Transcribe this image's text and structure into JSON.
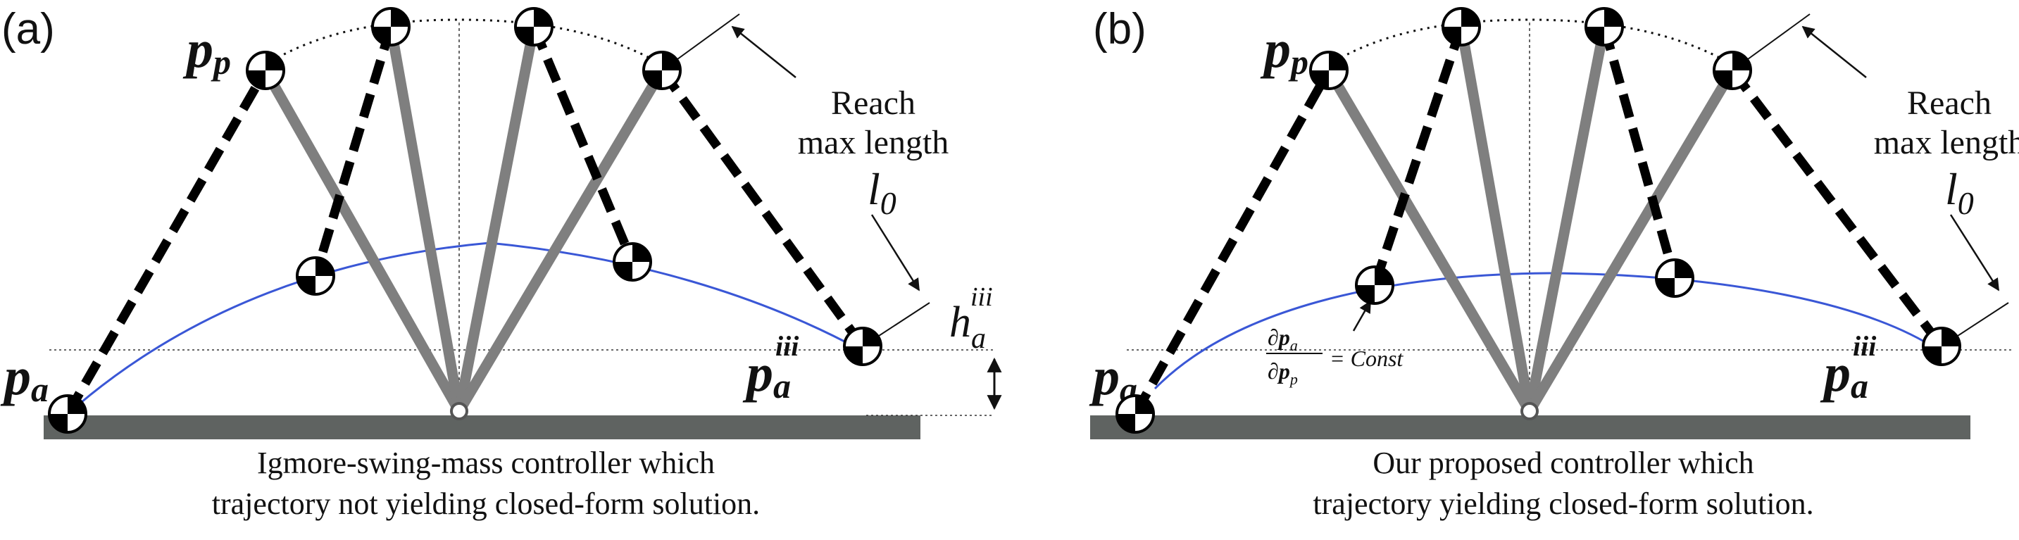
{
  "panels": [
    {
      "tag": "(a)",
      "p_p": {
        "base": "p",
        "sub": "p"
      },
      "p_a": {
        "base": "p",
        "sub": "a"
      },
      "p_a_iii": {
        "base": "p",
        "sub": "a",
        "sup": "iii"
      },
      "reach_line1": "Reach",
      "reach_line2": "max length",
      "l0": {
        "base": "l",
        "sub": "0"
      },
      "h_a_iii": {
        "base": "h",
        "sub": "a",
        "sup": "iii"
      },
      "caption_line1": "Igmore-swing-mass controller which",
      "caption_line2": "trajectory not yielding closed-form solution."
    },
    {
      "tag": "(b)",
      "p_p": {
        "base": "p",
        "sub": "p"
      },
      "p_a": {
        "base": "p",
        "sub": "a"
      },
      "p_a_iii": {
        "base": "p",
        "sub": "a",
        "sup": "iii"
      },
      "reach_line1": "Reach",
      "reach_line2": "max length",
      "l0": {
        "base": "l",
        "sub": "0"
      },
      "derivative": {
        "num": "∂p",
        "num_sub": "a",
        "den": "∂p",
        "den_sub": "p",
        "rhs": "= Const"
      },
      "caption_line1": "Our proposed controller which",
      "caption_line2": "trajectory yielding closed-form solution."
    }
  ],
  "colors": {
    "leg": "#7f7f7f",
    "ground": "#5f6361",
    "trajectory": "#3a57d6",
    "dashed": "#000000"
  }
}
